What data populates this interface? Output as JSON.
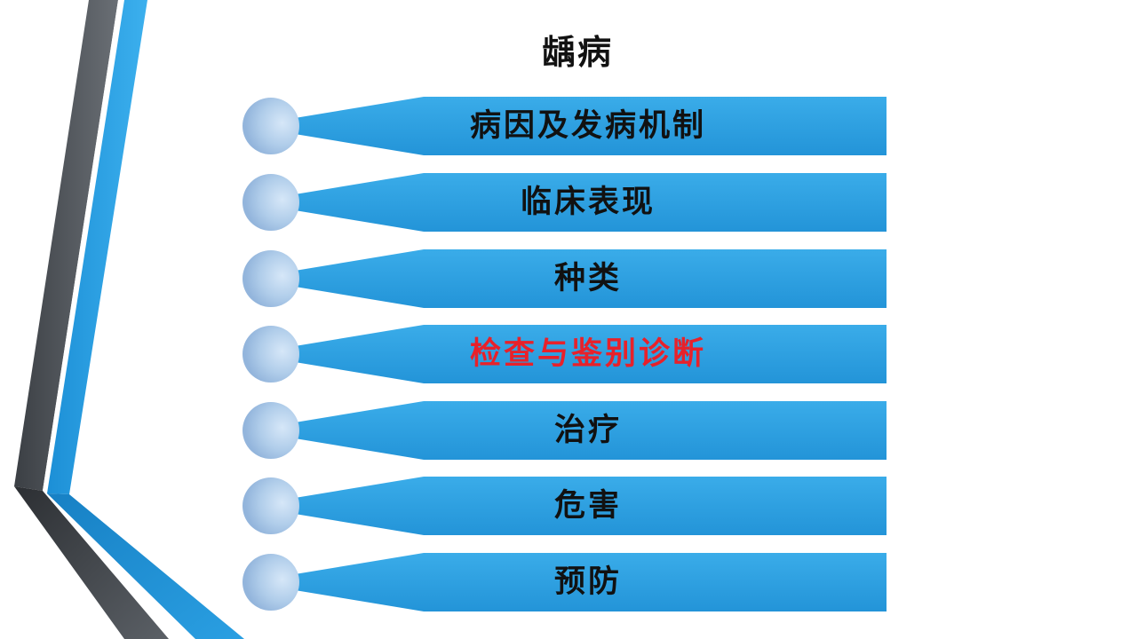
{
  "slide": {
    "title": "龋病",
    "items": [
      {
        "label": "病因及发病机制",
        "highlighted": false
      },
      {
        "label": "临床表现",
        "highlighted": false
      },
      {
        "label": "种类",
        "highlighted": false
      },
      {
        "label": "检查与鉴别诊断",
        "highlighted": true
      },
      {
        "label": "治疗",
        "highlighted": false
      },
      {
        "label": "危害",
        "highlighted": false
      },
      {
        "label": "预防",
        "highlighted": false
      }
    ]
  },
  "colors": {
    "accent_blue": "#2fa4e6",
    "dark_stripe": "#555a60",
    "highlight_text": "#e8212a",
    "circle": "#a9c8e9"
  }
}
